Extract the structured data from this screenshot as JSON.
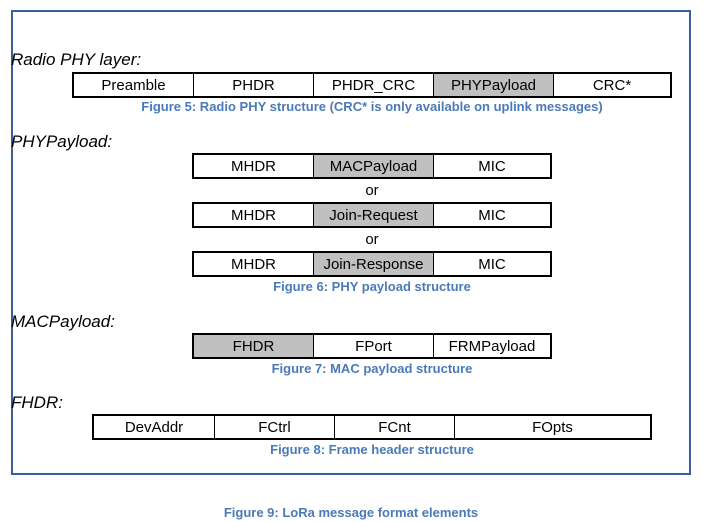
{
  "sections": {
    "radio_phy": {
      "label": "Radio PHY layer:",
      "cells": [
        "Preamble",
        "PHDR",
        "PHDR_CRC",
        "PHYPayload",
        "CRC*"
      ],
      "caption": "Figure 5: Radio PHY structure (CRC* is only available on uplink messages)"
    },
    "phy_payload": {
      "label": "PHYPayload:",
      "row1": [
        "MHDR",
        "MACPayload",
        "MIC"
      ],
      "or1": "or",
      "row2": [
        "MHDR",
        "Join-Request",
        "MIC"
      ],
      "or2": "or",
      "row3": [
        "MHDR",
        "Join-Response",
        "MIC"
      ],
      "caption": "Figure 6: PHY payload structure"
    },
    "mac_payload": {
      "label": "MACPayload:",
      "cells": [
        "FHDR",
        "FPort",
        "FRMPayload"
      ],
      "caption": "Figure 7: MAC payload structure"
    },
    "fhdr": {
      "label": "FHDR:",
      "cells": [
        "DevAddr",
        "FCtrl",
        "FCnt",
        "FOpts"
      ],
      "caption": "Figure 8: Frame header structure"
    }
  },
  "figure_caption": "Figure 9: LoRa message format elements",
  "colors": {
    "border": "#3a5f9a",
    "caption": "#4a7ab8",
    "shaded_cell": "#c0c0c0"
  }
}
